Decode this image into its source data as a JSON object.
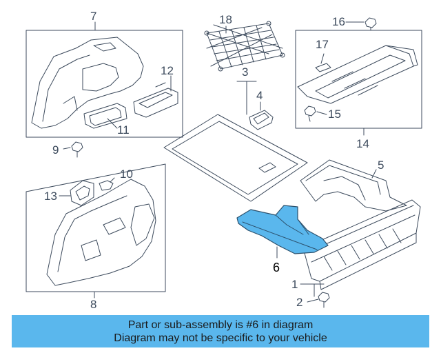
{
  "callouts": {
    "c1": "1",
    "c2": "2",
    "c3": "3",
    "c4": "4",
    "c5": "5",
    "c6": "6",
    "c7": "7",
    "c8": "8",
    "c9": "9",
    "c10": "10",
    "c11": "11",
    "c12": "12",
    "c13": "13",
    "c14": "14",
    "c15": "15",
    "c16": "16",
    "c17": "17",
    "c18": "18"
  },
  "highlighted_part": "6",
  "colors": {
    "line": "#3c4a5c",
    "highlight_fill": "#5ab7ed",
    "banner": "#5ab7ed"
  },
  "banner": {
    "line1": "Part or sub-assembly is #6 in diagram",
    "line2": "Diagram may not be specific to your vehicle"
  }
}
